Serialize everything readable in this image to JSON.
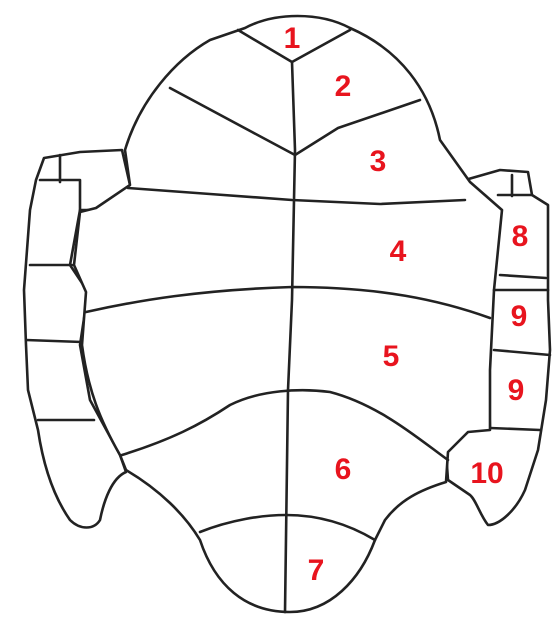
{
  "colors": {
    "line": "#222222",
    "label": "#e8141e",
    "background": "#ffffff"
  },
  "labels": [
    "1",
    "2",
    "3",
    "4",
    "5",
    "9",
    "6",
    "7",
    "8",
    "9",
    "10"
  ]
}
